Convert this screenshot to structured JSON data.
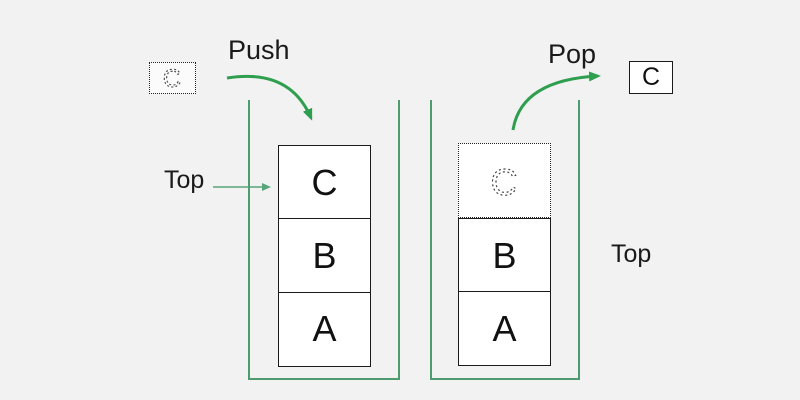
{
  "diagram_title": "stack-push-pop-diagram",
  "colors": {
    "background": "#f2f2f2",
    "arrow_green": "#2e9e4f",
    "top_arrow_green": "#58a47b",
    "container_green": "#4f9b70",
    "box_border": "#1a1a1a",
    "text": "#1a1a1a",
    "ghost_stroke": "#444444"
  },
  "push_side": {
    "operation_label": "Push",
    "top_label": "Top",
    "incoming_item": "C",
    "stack_items": [
      "C",
      "B",
      "A"
    ]
  },
  "pop_side": {
    "operation_label": "Pop",
    "top_label": "Top",
    "removed_item": "C",
    "ghost_item": "C",
    "stack_items": [
      "B",
      "A"
    ]
  }
}
